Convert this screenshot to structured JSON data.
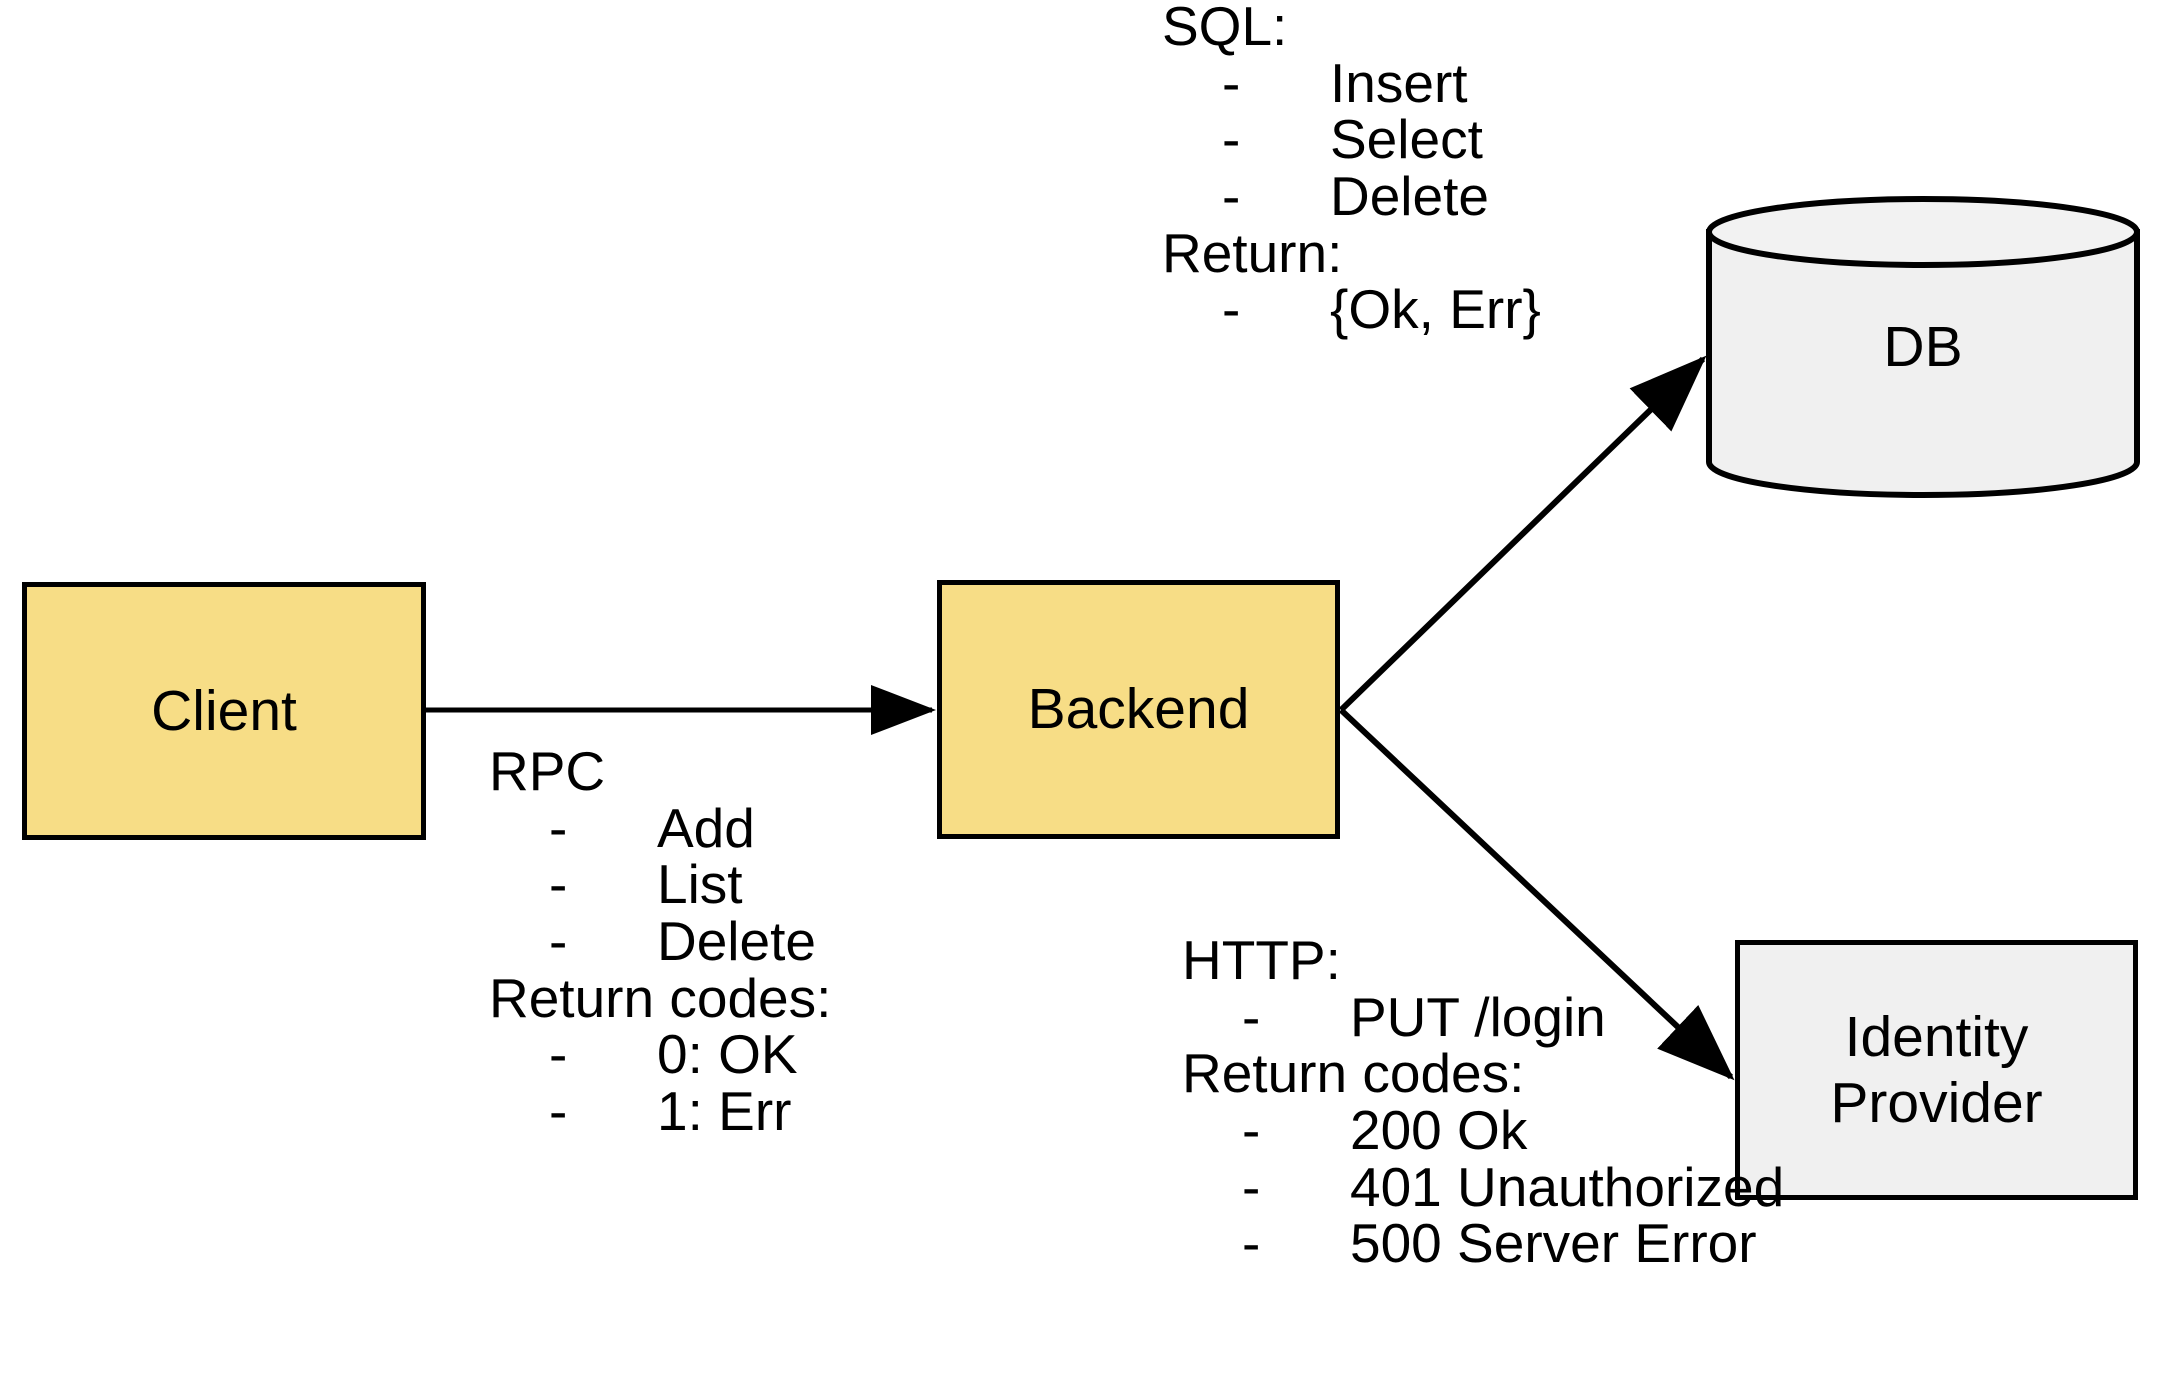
{
  "diagram": {
    "title": "Client / Backend / DB / Identity Provider architecture",
    "background_color": "#ffffff",
    "node_fill_yellow": "#f7dd86",
    "node_fill_gray": "#f0f0f0",
    "stroke_color": "#000000"
  },
  "nodes": {
    "client": {
      "label": "Client",
      "shape": "rectangle",
      "fill": "#f7dd86"
    },
    "backend": {
      "label": "Backend",
      "shape": "rectangle",
      "fill": "#f7dd86"
    },
    "db": {
      "label": "DB",
      "shape": "cylinder",
      "fill": "#f0f0f0"
    },
    "identity_provider": {
      "label": "Identity\nProvider",
      "line1": "Identity",
      "line2": "Provider",
      "shape": "rectangle",
      "fill": "#f0f0f0"
    }
  },
  "edges": {
    "client_to_backend": {
      "from": "client",
      "to": "backend",
      "label": "RPC",
      "arrowhead": "solid-triangle"
    },
    "backend_to_db": {
      "from": "backend",
      "to": "db",
      "label": "SQL:",
      "arrowhead": "solid-triangle"
    },
    "backend_to_idp": {
      "from": "backend",
      "to": "identity_provider",
      "label": "HTTP:",
      "arrowhead": "solid-triangle"
    }
  },
  "annotations": {
    "sql": {
      "heading": "SQL:",
      "items": [
        "Insert",
        "Select",
        "Delete"
      ],
      "return_heading": "Return:",
      "return_items": [
        "{Ok, Err}"
      ],
      "bullet": "-"
    },
    "rpc": {
      "heading": "RPC",
      "items": [
        "Add",
        "List",
        "Delete"
      ],
      "return_heading": "Return codes:",
      "return_items": [
        "0: OK",
        "1: Err"
      ],
      "bullet": "-"
    },
    "http": {
      "heading": "HTTP:",
      "items": [
        "PUT /login"
      ],
      "return_heading": "Return codes:",
      "return_items": [
        "200 Ok",
        "401 Unauthorized",
        "500 Server Error"
      ],
      "bullet": "-"
    }
  }
}
